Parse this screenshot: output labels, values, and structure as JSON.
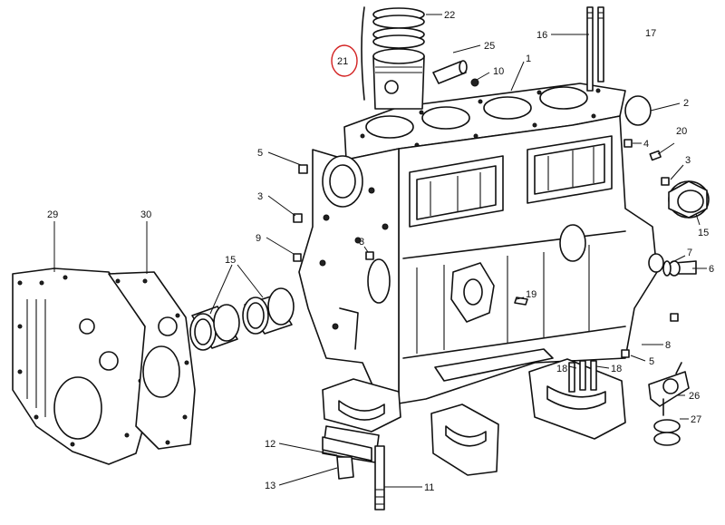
{
  "callouts": [
    {
      "id": "c1",
      "text": "1"
    },
    {
      "id": "c2",
      "text": "2"
    },
    {
      "id": "c3a",
      "text": "3"
    },
    {
      "id": "c3b",
      "text": "3"
    },
    {
      "id": "c3c",
      "text": "3"
    },
    {
      "id": "c4",
      "text": "4"
    },
    {
      "id": "c5a",
      "text": "5"
    },
    {
      "id": "c5b",
      "text": "5"
    },
    {
      "id": "c6",
      "text": "6"
    },
    {
      "id": "c7",
      "text": "7"
    },
    {
      "id": "c8",
      "text": "8"
    },
    {
      "id": "c9",
      "text": "9"
    },
    {
      "id": "c10",
      "text": "10"
    },
    {
      "id": "c11",
      "text": "11"
    },
    {
      "id": "c12",
      "text": "12"
    },
    {
      "id": "c13",
      "text": "13"
    },
    {
      "id": "c15a",
      "text": "15"
    },
    {
      "id": "c15b",
      "text": "15"
    },
    {
      "id": "c16",
      "text": "16"
    },
    {
      "id": "c17",
      "text": "17"
    },
    {
      "id": "c18a",
      "text": "18"
    },
    {
      "id": "c18b",
      "text": "18"
    },
    {
      "id": "c19",
      "text": "19"
    },
    {
      "id": "c20",
      "text": "20"
    },
    {
      "id": "c21",
      "text": "21"
    },
    {
      "id": "c22",
      "text": "22"
    },
    {
      "id": "c25",
      "text": "25"
    },
    {
      "id": "c26",
      "text": "26"
    },
    {
      "id": "c27",
      "text": "27"
    },
    {
      "id": "c29",
      "text": "29"
    },
    {
      "id": "c30",
      "text": "30"
    }
  ],
  "highlighted_callout": "21",
  "colors": {
    "ink": "#111111",
    "highlight": "#d21f1f",
    "paper": "#ffffff"
  }
}
